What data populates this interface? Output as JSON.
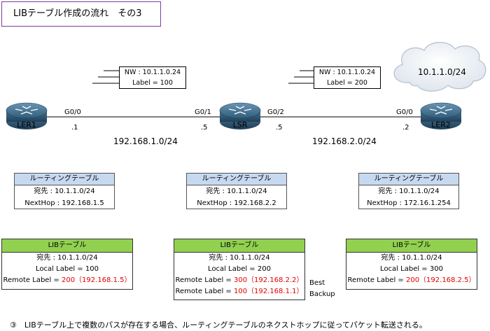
{
  "title": "LIBテーブル作成の流れ　その3",
  "cloud": {
    "label": "10.1.1.0/24"
  },
  "routers": {
    "ler1": {
      "name": "LER1"
    },
    "lsr": {
      "name": "LSR"
    },
    "ler2": {
      "name": "LER2"
    }
  },
  "interfaces": {
    "ler1_g00": "G0/0",
    "ler1_addr": ".1",
    "lsr_g01": "G0/1",
    "lsr_g01_addr": ".5",
    "lsr_g02": "G0/2",
    "lsr_g02_addr": ".5",
    "ler2_g00": "G0/0",
    "ler2_addr": ".2"
  },
  "networks": {
    "left": "192.168.1.0/24",
    "right": "192.168.2.0/24"
  },
  "notes": {
    "left": {
      "nw": "NW : 10.1.1.0.24",
      "label": "Label = 100"
    },
    "right": {
      "nw": "NW : 10.1.1.0.24",
      "label": "Label = 200"
    }
  },
  "routing_tables": {
    "ler1": {
      "header": "ルーティングテーブル",
      "dest": "宛先 : 10.1.1.0/24",
      "nexthop": "NextHop : 192.168.1.5"
    },
    "lsr": {
      "header": "ルーティングテーブル",
      "dest": "宛先 : 10.1.1.0/24",
      "nexthop": "NextHop : 192.168.2.2"
    },
    "ler2": {
      "header": "ルーティングテーブル",
      "dest": "宛先 : 10.1.1.0/24",
      "nexthop": "NextHop : 172.16.1.254"
    }
  },
  "lib_tables": {
    "ler1": {
      "header": "LIBテーブル",
      "dest": "宛先 : 10.1.1.0/24",
      "local": "Local Label = 100",
      "remote_prefix": "Remote Label = ",
      "remote_value": "200（192.168.1.5）"
    },
    "lsr": {
      "header": "LIBテーブル",
      "dest": "宛先 : 10.1.1.0/24",
      "local": "Local Label = 200",
      "remote1_prefix": "Remote Label = ",
      "remote1_value": "300（192.168.2.2）",
      "remote2_prefix": "Remote Label = ",
      "remote2_value": "100（192.168.1.1）",
      "best": "Best",
      "backup": "Backup"
    },
    "ler2": {
      "header": "LIBテーブル",
      "dest": "宛先 : 10.1.1.0/24",
      "local": "Local Label = 300",
      "remote_prefix": "Remote Label = ",
      "remote_value": "200（192.168.2.5）"
    }
  },
  "footnote": "③　LIBテーブル上で複数のパスが存在する場合、ルーティングテーブルのネクストホップに従ってパケット転送される。",
  "colors": {
    "title_border": "#7a3f9a",
    "routing_header": "#c6d9f0",
    "lib_header": "#92d050",
    "remote_label": "#e00000",
    "router_body": "#2f5d7c"
  },
  "icons": [
    "router-icon",
    "cloud-icon"
  ]
}
